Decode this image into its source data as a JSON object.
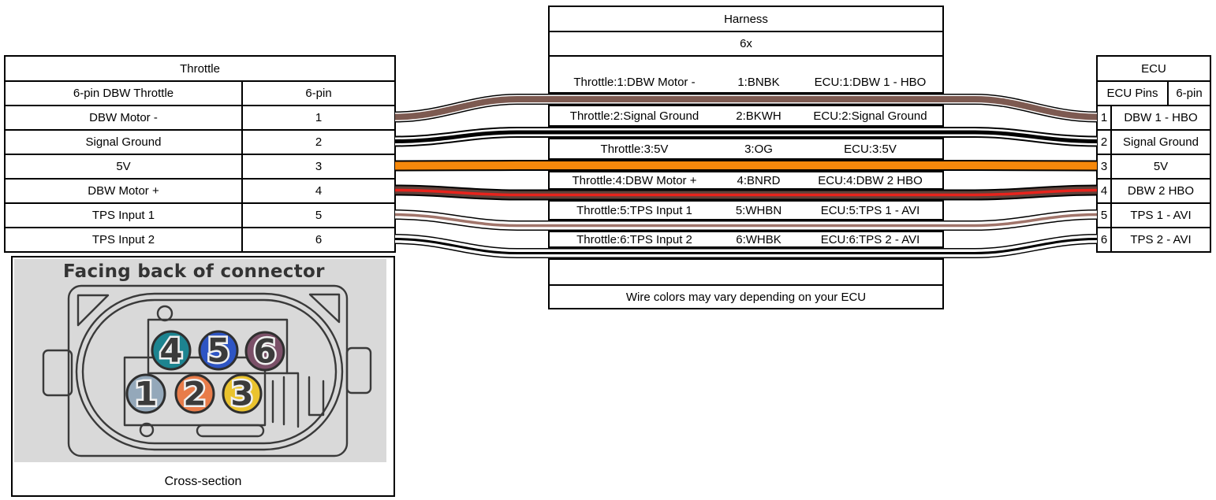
{
  "diagram": {
    "throttle": {
      "title": "Throttle",
      "columns": [
        "6-pin DBW Throttle",
        "6-pin"
      ],
      "rows": [
        {
          "signal": "DBW Motor -",
          "pin": "1"
        },
        {
          "signal": "Signal Ground",
          "pin": "2"
        },
        {
          "signal": "5V",
          "pin": "3"
        },
        {
          "signal": "DBW Motor +",
          "pin": "4"
        },
        {
          "signal": "TPS Input 1",
          "pin": "5"
        },
        {
          "signal": "TPS Input 2",
          "pin": "6"
        }
      ]
    },
    "harness": {
      "title": "Harness",
      "quantity": "6x",
      "note": "Wire colors may vary depending on your ECU",
      "rows": [
        {
          "throttle_end": "Throttle:1:DBW Motor -",
          "wire": "1:BNBK",
          "ecu_end": "ECU:1:DBW 1 - HBO"
        },
        {
          "throttle_end": "Throttle:2:Signal Ground",
          "wire": "2:BKWH",
          "ecu_end": "ECU:2:Signal Ground"
        },
        {
          "throttle_end": "Throttle:3:5V",
          "wire": "3:OG",
          "ecu_end": "ECU:3:5V"
        },
        {
          "throttle_end": "Throttle:4:DBW Motor +",
          "wire": "4:BNRD",
          "ecu_end": "ECU:4:DBW 2 HBO"
        },
        {
          "throttle_end": "Throttle:5:TPS Input 1",
          "wire": "5:WHBN",
          "ecu_end": "ECU:5:TPS 1 - AVI"
        },
        {
          "throttle_end": "Throttle:6:TPS Input 2",
          "wire": "6:WHBK",
          "ecu_end": "ECU:6:TPS 2 - AVI"
        }
      ]
    },
    "ecu": {
      "title": "ECU",
      "columns": [
        "ECU Pins",
        "6-pin"
      ],
      "rows": [
        {
          "pin": "1",
          "signal": "DBW 1 - HBO"
        },
        {
          "pin": "2",
          "signal": "Signal Ground"
        },
        {
          "pin": "3",
          "signal": "5V"
        },
        {
          "pin": "4",
          "signal": "DBW 2 HBO"
        },
        {
          "pin": "5",
          "signal": "TPS 1 - AVI"
        },
        {
          "pin": "6",
          "signal": "TPS 2 - AVI"
        }
      ]
    },
    "connector": {
      "caption_top": "Facing back of connector",
      "caption_bottom": "Cross-section",
      "pins": [
        {
          "number": "4",
          "color": "#1d8490"
        },
        {
          "number": "5",
          "color": "#2e55c4"
        },
        {
          "number": "6",
          "color": "#7b5068"
        },
        {
          "number": "1",
          "color": "#94a8ba"
        },
        {
          "number": "2",
          "color": "#e87c4a"
        },
        {
          "number": "3",
          "color": "#eac32e"
        }
      ]
    },
    "wires": [
      {
        "code": "BNBK",
        "layers": [
          [
            "#000000",
            14
          ],
          [
            "#ffffff",
            11
          ],
          [
            "#7d5a51",
            8
          ]
        ]
      },
      {
        "code": "BKWH",
        "layers": [
          [
            "#000000",
            14
          ],
          [
            "#ffffff",
            10
          ],
          [
            "#000000",
            5
          ]
        ]
      },
      {
        "code": "OG",
        "layers": [
          [
            "#000000",
            14
          ],
          [
            "#f6880b",
            10
          ]
        ]
      },
      {
        "code": "BNRD",
        "layers": [
          [
            "#000000",
            14
          ],
          [
            "#5f423b",
            10
          ],
          [
            "#e8231c",
            3.5
          ]
        ]
      },
      {
        "code": "WHBN",
        "layers": [
          [
            "#000000",
            13
          ],
          [
            "#ffffff",
            10
          ],
          [
            "#a1756b",
            3.5
          ]
        ]
      },
      {
        "code": "WHBK",
        "layers": [
          [
            "#000000",
            13
          ],
          [
            "#ffffff",
            10
          ],
          [
            "#000000",
            3
          ]
        ]
      }
    ]
  }
}
